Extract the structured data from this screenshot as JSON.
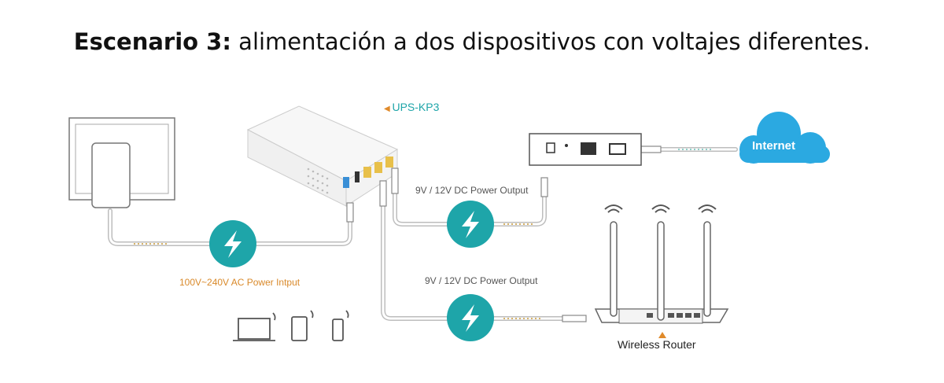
{
  "title": {
    "bold": "Escenario 3:",
    "rest": " alimentación a dos dispositivos con voltajes diferentes."
  },
  "labels": {
    "ups_model": "UPS-KP3",
    "ac_input": "100V~240V AC Power Intput",
    "dc_output_1": "9V / 12V DC Power Output",
    "dc_output_2": "9V / 12V DC Power Output",
    "internet": "Internet",
    "router": "Wireless Router"
  },
  "colors": {
    "teal": "#1ea5a9",
    "orange": "#e08a2a",
    "cloud": "#2ba9e1",
    "port_yellow": "#e8c04a",
    "port_blue": "#3a8fd6"
  }
}
